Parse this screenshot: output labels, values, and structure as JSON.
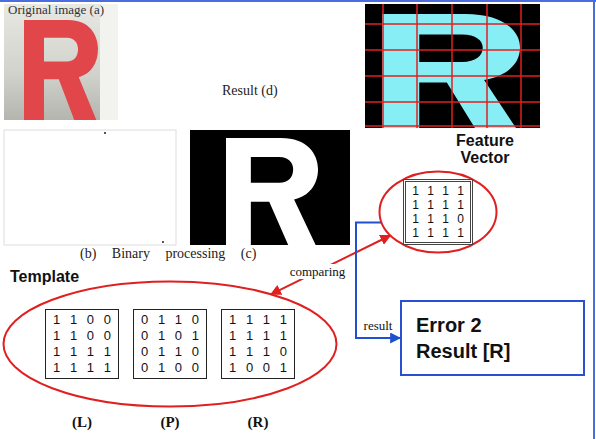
{
  "diagram": {
    "nodes": [
      {
        "text": [
          "Feature Vector"
        ]
      },
      {
        "text": [
          "1 1 1 1",
          "1 1 1 1",
          "1 1 1 0",
          "1 1 1 1"
        ],
        "in": 0
      },
      {
        "text": [
          "Template"
        ]
      },
      {
        "text": [
          "1 1 0 0",
          "1 1 0 0",
          "1 1 1 1",
          "1 1 1 1"
        ],
        "in": 2
      },
      {
        "text": [
          "0 1 1 0",
          "0 1 0 1",
          "0 1 1 0",
          "0 1 0 0"
        ],
        "in": 2
      },
      {
        "text": [
          "1 1 1 1",
          "1 1 1 1",
          "1 1 1 0",
          "1 0 0 1"
        ],
        "in": 2
      },
      {
        "text": [
          "Error 2",
          "Result [R]"
        ]
      }
    ],
    "edges": [
      {
        "from": 2,
        "to": 0,
        "arrow": "both",
        "label": "comparing"
      },
      {
        "from": 0,
        "to": 6,
        "arrow": "to",
        "label": "result"
      }
    ],
    "labels": [
      "Original image (a)",
      "Result (d)",
      "(b) Binary processing (c)",
      "(L)",
      "(P)",
      "(R)"
    ]
  }
}
